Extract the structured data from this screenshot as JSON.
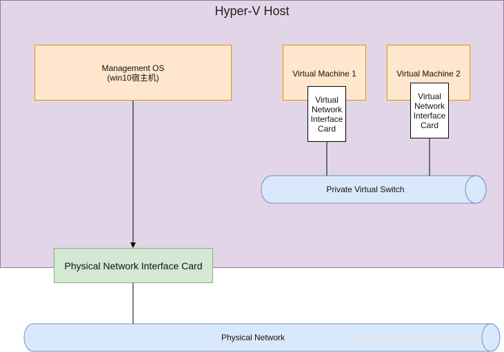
{
  "host": {
    "title": "Hyper-V Host"
  },
  "management_os": {
    "line1": "Management OS",
    "line2": "(win10宿主机)"
  },
  "vm1": {
    "label": "Virtual Machine 1"
  },
  "vm2": {
    "label": "Virtual Machine 2"
  },
  "vnic_label": [
    "Virtual",
    "Network",
    "Interface",
    "Card"
  ],
  "private_switch": {
    "label": "Private Virtual Switch"
  },
  "physical_nic": {
    "label": "Physical Network Interface Card"
  },
  "physical_network": {
    "label": "Physical Network"
  },
  "watermark": "https://blog.csdn.net/fedragon",
  "colors": {
    "host_fill": "#e1d5e7",
    "host_stroke": "#9673a6",
    "node_fill": "#ffe6cc",
    "node_stroke": "#d79b00",
    "nic_fill": "#d5e8d4",
    "nic_stroke": "#82b366",
    "cylinder_fill": "#dae8fc",
    "cylinder_stroke": "#6c8ebf"
  }
}
